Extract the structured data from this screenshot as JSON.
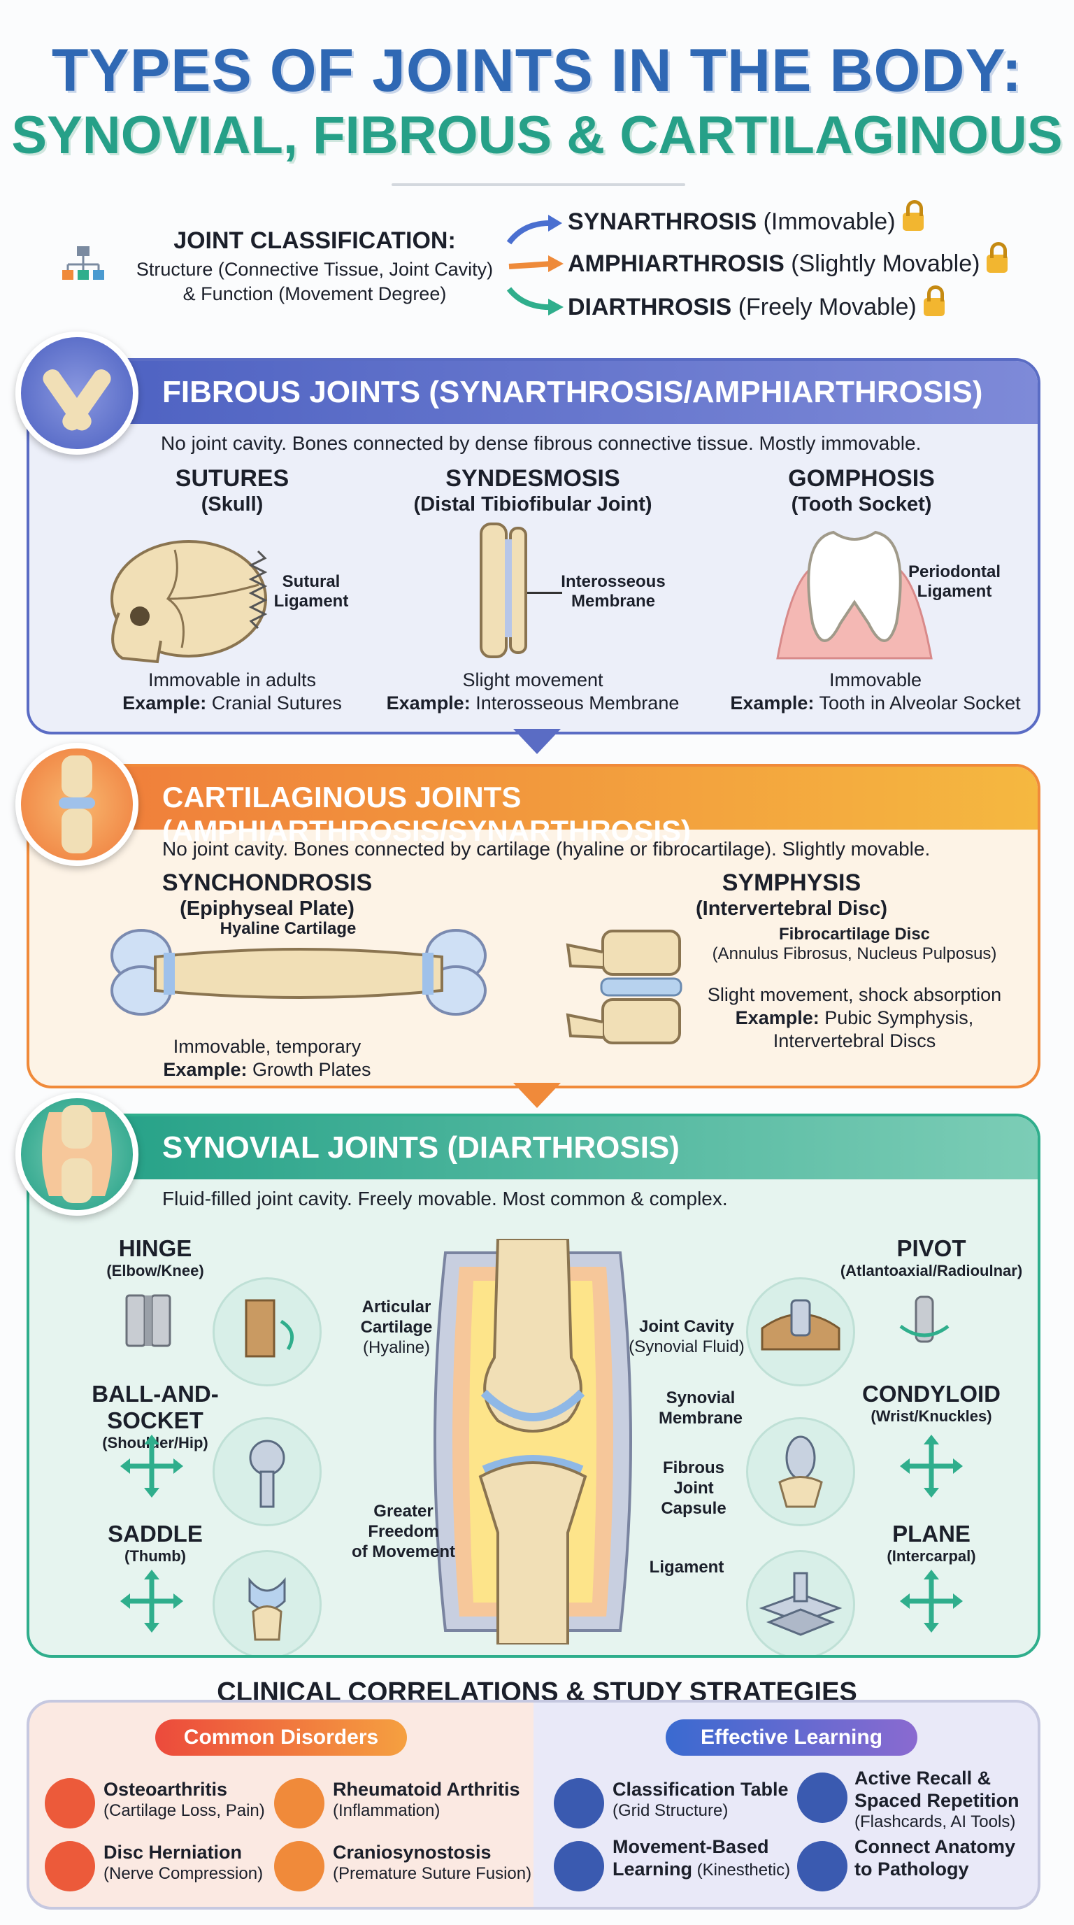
{
  "title": {
    "line1": "TYPES OF JOINTS IN THE BODY:",
    "line2": "SYNOVIAL, FIBROUS & CARTILAGINOUS"
  },
  "classification": {
    "title": "JOINT CLASSIFICATION:",
    "desc_line1": "Structure (Connective Tissue, Joint Cavity)",
    "desc_line2": "& Function (Movement Degree)",
    "types": [
      {
        "name": "SYNARTHROSIS",
        "qualifier": "(Immovable)",
        "arrow_color": "#4a6fd0"
      },
      {
        "name": "AMPHIARTHROSIS",
        "qualifier": "(Slightly Movable)",
        "arrow_color": "#ee8a3a"
      },
      {
        "name": "DIARTHROSIS",
        "qualifier": "(Freely Movable)",
        "arrow_color": "#2fae8c"
      }
    ]
  },
  "fibrous": {
    "title": "FIBROUS JOINTS (SYNARTHROSIS/AMPHIARTHROSIS)",
    "subtitle": "No joint cavity. Bones connected by dense fibrous connective tissue. Mostly immovable.",
    "items": [
      {
        "name": "SUTURES",
        "sub": "(Skull)",
        "label1": "Sutural",
        "label2": "Ligament",
        "cap1": "Immovable in adults",
        "ex_key": "Example:",
        "ex_val": " Cranial Sutures"
      },
      {
        "name": "SYNDESMOSIS",
        "sub": "(Distal Tibiofibular Joint)",
        "label1": "Interosseous",
        "label2": "Membrane",
        "cap1": "Slight movement",
        "ex_key": "Example:",
        "ex_val": " Interosseous Membrane"
      },
      {
        "name": "GOMPHOSIS",
        "sub": "(Tooth Socket)",
        "label1": "Periodontal",
        "label2": "Ligament",
        "cap1": "Immovable",
        "ex_key": "Example:",
        "ex_val": " Tooth in Alveolar Socket"
      }
    ]
  },
  "cartilaginous": {
    "title": "CARTILAGINOUS JOINTS (AMPHIARTHROSIS/SYNARTHROSIS)",
    "subtitle": "No joint cavity. Bones connected by cartilage (hyaline or fibrocartilage). Slightly movable.",
    "items": [
      {
        "name": "SYNCHONDROSIS",
        "sub": "(Epiphyseal Plate)",
        "label1": "Hyaline Cartilage",
        "label2": "",
        "cap1": "Immovable, temporary",
        "ex_key": "Example:",
        "ex_val": " Growth Plates"
      },
      {
        "name": "SYMPHYSIS",
        "sub": "(Intervertebral Disc)",
        "label1": "Fibrocartilage Disc",
        "label2": "(Annulus Fibrosus, Nucleus Pulposus)",
        "cap1": "Slight movement, shock absorption",
        "ex_key": "Example:",
        "ex_val": " Pubic Symphysis,",
        "ex_val2": "Intervertebral Discs"
      }
    ]
  },
  "synovial": {
    "title": "SYNOVIAL JOINTS (DIARTHROSIS)",
    "subtitle": "Fluid-filled joint cavity. Freely movable. Most common & complex.",
    "left_joints": [
      {
        "name": "HINGE",
        "sub": "(Elbow/Knee)"
      },
      {
        "name": "BALL-AND-SOCKET",
        "sub": "(Shoulder/Hip)"
      },
      {
        "name": "SADDLE",
        "sub": "(Thumb)"
      }
    ],
    "right_joints": [
      {
        "name": "PIVOT",
        "sub": "(Atlantoaxial/Radioulnar)"
      },
      {
        "name": "CONDYLOID",
        "sub": "(Wrist/Knuckles)"
      },
      {
        "name": "PLANE",
        "sub": "(Intercarpal)"
      }
    ],
    "labels": {
      "articular1": "Articular",
      "articular2": "Cartilage",
      "articular3": "(Hyaline)",
      "cavity1": "Joint Cavity",
      "cavity2": "(Synovial Fluid)",
      "synmem1": "Synovial",
      "synmem2": "Membrane",
      "fibcap1": "Fibrous",
      "fibcap2": "Joint",
      "fibcap3": "Capsule",
      "greater1": "Greater",
      "greater2": "Freedom",
      "greater3": "of Movement",
      "ligament": "Ligament"
    }
  },
  "clinical": {
    "title": "CLINICAL CORRELATIONS & STUDY STRATEGIES",
    "disorders_label": "Common Disorders",
    "learning_label": "Effective Learning",
    "disorders": [
      {
        "name": "Osteoarthritis",
        "desc": "(Cartilage Loss, Pain)"
      },
      {
        "name": "Rheumatoid Arthritis",
        "desc": "(Inflammation)"
      },
      {
        "name": "Disc Herniation",
        "desc": "(Nerve Compression)"
      },
      {
        "name": "Craniosynostosis",
        "desc": "(Premature Suture Fusion)"
      }
    ],
    "learning": [
      {
        "name": "Classification Table",
        "desc": "(Grid Structure)"
      },
      {
        "name": "Active Recall &",
        "name2": "Spaced Repetition",
        "desc": "(Flashcards, AI Tools)"
      },
      {
        "name": "Movement-Based",
        "name2": "Learning",
        "desc": " (Kinesthetic)"
      },
      {
        "name": "Connect Anatomy",
        "name2": "to Pathology",
        "desc": ""
      }
    ]
  },
  "colors": {
    "fibrous": "#5a6cc4",
    "cartilaginous": "#f08a3a",
    "synovial": "#2fae8c",
    "disorders": "#ec6a3c",
    "learning": "#6a5cc4"
  }
}
